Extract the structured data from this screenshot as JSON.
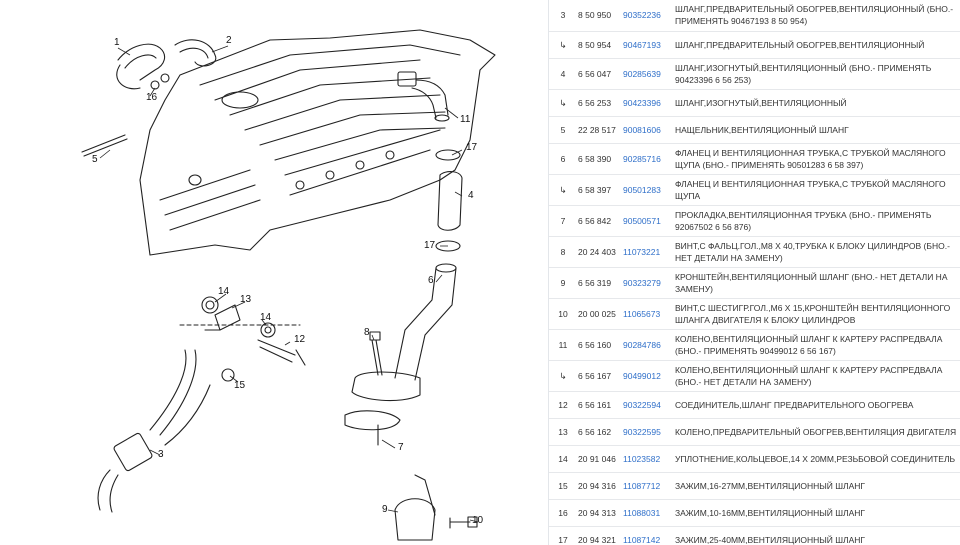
{
  "diagram": {
    "callouts": [
      "1",
      "2",
      "16",
      "5",
      "11",
      "17",
      "4",
      "17",
      "6",
      "8",
      "14",
      "13",
      "14",
      "12",
      "15",
      "3",
      "7",
      "9",
      "10"
    ]
  },
  "parts": [
    {
      "index": "3",
      "code": "8 50 950",
      "catalog": "90352236",
      "desc": "ШЛАНГ,ПРЕДВАРИТЕЛЬНЫЙ ОБОГРЕВ,ВЕНТИЛЯЦИОННЫЙ (БНО.- ПРИМЕНЯТЬ 90467193 8 50 954)"
    },
    {
      "index": "↳",
      "code": "8 50 954",
      "catalog": "90467193",
      "desc": "ШЛАНГ,ПРЕДВАРИТЕЛЬНЫЙ ОБОГРЕВ,ВЕНТИЛЯЦИОННЫЙ"
    },
    {
      "index": "4",
      "code": "6 56 047",
      "catalog": "90285639",
      "desc": "ШЛАНГ,ИЗОГНУТЫЙ,ВЕНТИЛЯЦИОННЫЙ (БНО.- ПРИМЕНЯТЬ 90423396 6 56 253)"
    },
    {
      "index": "↳",
      "code": "6 56 253",
      "catalog": "90423396",
      "desc": "ШЛАНГ,ИЗОГНУТЫЙ,ВЕНТИЛЯЦИОННЫЙ"
    },
    {
      "index": "5",
      "code": "22 28 517",
      "catalog": "90081606",
      "desc": "НАЩЕЛЬНИК,ВЕНТИЛЯЦИОННЫЙ ШЛАНГ"
    },
    {
      "index": "6",
      "code": "6 58 390",
      "catalog": "90285716",
      "desc": "ФЛАНЕЦ И ВЕНТИЛЯЦИОННАЯ ТРУБКА,С ТРУБКОЙ МАСЛЯНОГО ЩУПА (БНО.- ПРИМЕНЯТЬ 90501283 6 58 397)"
    },
    {
      "index": "↳",
      "code": "6 58 397",
      "catalog": "90501283",
      "desc": "ФЛАНЕЦ И ВЕНТИЛЯЦИОННАЯ ТРУБКА,С ТРУБКОЙ МАСЛЯНОГО ЩУПА"
    },
    {
      "index": "7",
      "code": "6 56 842",
      "catalog": "90500571",
      "desc": "ПРОКЛАДКА,ВЕНТИЛЯЦИОННАЯ ТРУБКА (БНО.- ПРИМЕНЯТЬ 92067502 6 56 876)"
    },
    {
      "index": "8",
      "code": "20 24 403",
      "catalog": "11073221",
      "desc": "ВИНТ,С ФАЛЬЦ.ГОЛ.,M8 X 40,ТРУБКА К БЛОКУ ЦИЛИНДРОВ (БНО.- НЕТ ДЕТАЛИ НА ЗАМЕНУ)"
    },
    {
      "index": "9",
      "code": "6 56 319",
      "catalog": "90323279",
      "desc": "КРОНШТЕЙН,ВЕНТИЛЯЦИОННЫЙ ШЛАНГ (БНО.- НЕТ ДЕТАЛИ НА ЗАМЕНУ)"
    },
    {
      "index": "10",
      "code": "20 00 025",
      "catalog": "11065673",
      "desc": "ВИНТ,С ШЕСТИГР.ГОЛ.,M6 X 15,КРОНШТЕЙН ВЕНТИЛЯЦИОННОГО ШЛАНГА ДВИГАТЕЛЯ К БЛОКУ ЦИЛИНДРОВ"
    },
    {
      "index": "11",
      "code": "6 56 160",
      "catalog": "90284786",
      "desc": "КОЛЕНО,ВЕНТИЛЯЦИОННЫЙ ШЛАНГ К КАРТЕРУ РАСПРЕДВАЛА (БНО.- ПРИМЕНЯТЬ 90499012 6 56 167)"
    },
    {
      "index": "↳",
      "code": "6 56 167",
      "catalog": "90499012",
      "desc": "КОЛЕНО,ВЕНТИЛЯЦИОННЫЙ ШЛАНГ К КАРТЕРУ РАСПРЕДВАЛА (БНО.- НЕТ ДЕТАЛИ НА ЗАМЕНУ)"
    },
    {
      "index": "12",
      "code": "6 56 161",
      "catalog": "90322594",
      "desc": "СОЕДИНИТЕЛЬ,ШЛАНГ ПРЕДВАРИТЕЛЬНОГО ОБОГРЕВА"
    },
    {
      "index": "13",
      "code": "6 56 162",
      "catalog": "90322595",
      "desc": "КОЛЕНО,ПРЕДВАРИТЕЛЬНЫЙ ОБОГРЕВ,ВЕНТИЛЯЦИЯ ДВИГАТЕЛЯ"
    },
    {
      "index": "14",
      "code": "20 91 046",
      "catalog": "11023582",
      "desc": "УПЛОТНЕНИЕ,КОЛЬЦЕВОЕ,14 X 20MM,РЕЗЬБОВОЙ СОЕДИНИТЕЛЬ"
    },
    {
      "index": "15",
      "code": "20 94 316",
      "catalog": "11087712",
      "desc": "ЗАЖИМ,16-27MM,ВЕНТИЛЯЦИОННЫЙ ШЛАНГ"
    },
    {
      "index": "16",
      "code": "20 94 313",
      "catalog": "11088031",
      "desc": "ЗАЖИМ,10-16MM,ВЕНТИЛЯЦИОННЫЙ ШЛАНГ"
    },
    {
      "index": "17",
      "code": "20 94 321",
      "catalog": "11087142",
      "desc": "ЗАЖИМ,25-40MM,ВЕНТИЛЯЦИОННЫЙ ШЛАНГ"
    }
  ]
}
